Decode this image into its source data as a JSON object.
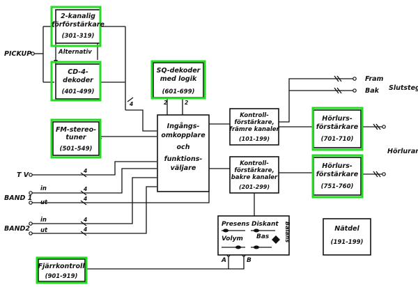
{
  "colors": {
    "highlight": "#22dd22",
    "ink": "#111111",
    "background": "#ffffff"
  },
  "blocks": {
    "preamp_2ch": {
      "line1": "2-kanalig",
      "line2": "förförstärkare",
      "range": "(301-319)"
    },
    "cd4_decoder": {
      "line1": "CD-4-",
      "line2": "dekoder",
      "range": "(401-499)"
    },
    "sq_decoder": {
      "line1": "SQ-dekoder",
      "line2": "med logik",
      "range": "(601-699)"
    },
    "fm_tuner": {
      "line1": "FM-stereo-",
      "line2": "tuner",
      "range": "(501-549)"
    },
    "input_switch": {
      "line1": "Ingångs-",
      "line2": "omkopplare",
      "line3": "och",
      "line4": "funktions-",
      "line5": "väljare"
    },
    "ctrl_front": {
      "line1": "Kontroll-",
      "line2": "förstärkare,",
      "line3": "främre kanaler",
      "range": "(101-199)"
    },
    "ctrl_rear": {
      "line1": "Kontroll-",
      "line2": "förstärkare,",
      "line3": "bakre kanaler",
      "range": "(201-299)"
    },
    "hp_amp_1": {
      "line1": "Hörlurs-",
      "line2": "förstärkare",
      "range": "(701-710)"
    },
    "hp_amp_2": {
      "line1": "Hörlurs-",
      "line2": "förstärkare",
      "range": "(751-760)"
    },
    "remote": {
      "line1": "Fjärrkontroll",
      "range": "(901-919)"
    },
    "power": {
      "line1": "Nätdel",
      "range": "(191-199)"
    },
    "panel": {
      "presence": "Presens",
      "treble": "Diskant",
      "volume": "Volym",
      "bass": "Bas",
      "balance": "Balans"
    }
  },
  "labels": {
    "pickup": "PICKUP",
    "alternative": "Alternativ",
    "tv": "T V",
    "band1": "BAND 1",
    "band2": "BAND2",
    "in": "in",
    "out": "ut",
    "front": "Fram",
    "rear": "Bak",
    "output_stage": "Slutsteg",
    "headphones": "Hörlurar",
    "wire_count_2": "2",
    "wire_count_4": "4",
    "remote_a": "A",
    "remote_b": "B"
  }
}
